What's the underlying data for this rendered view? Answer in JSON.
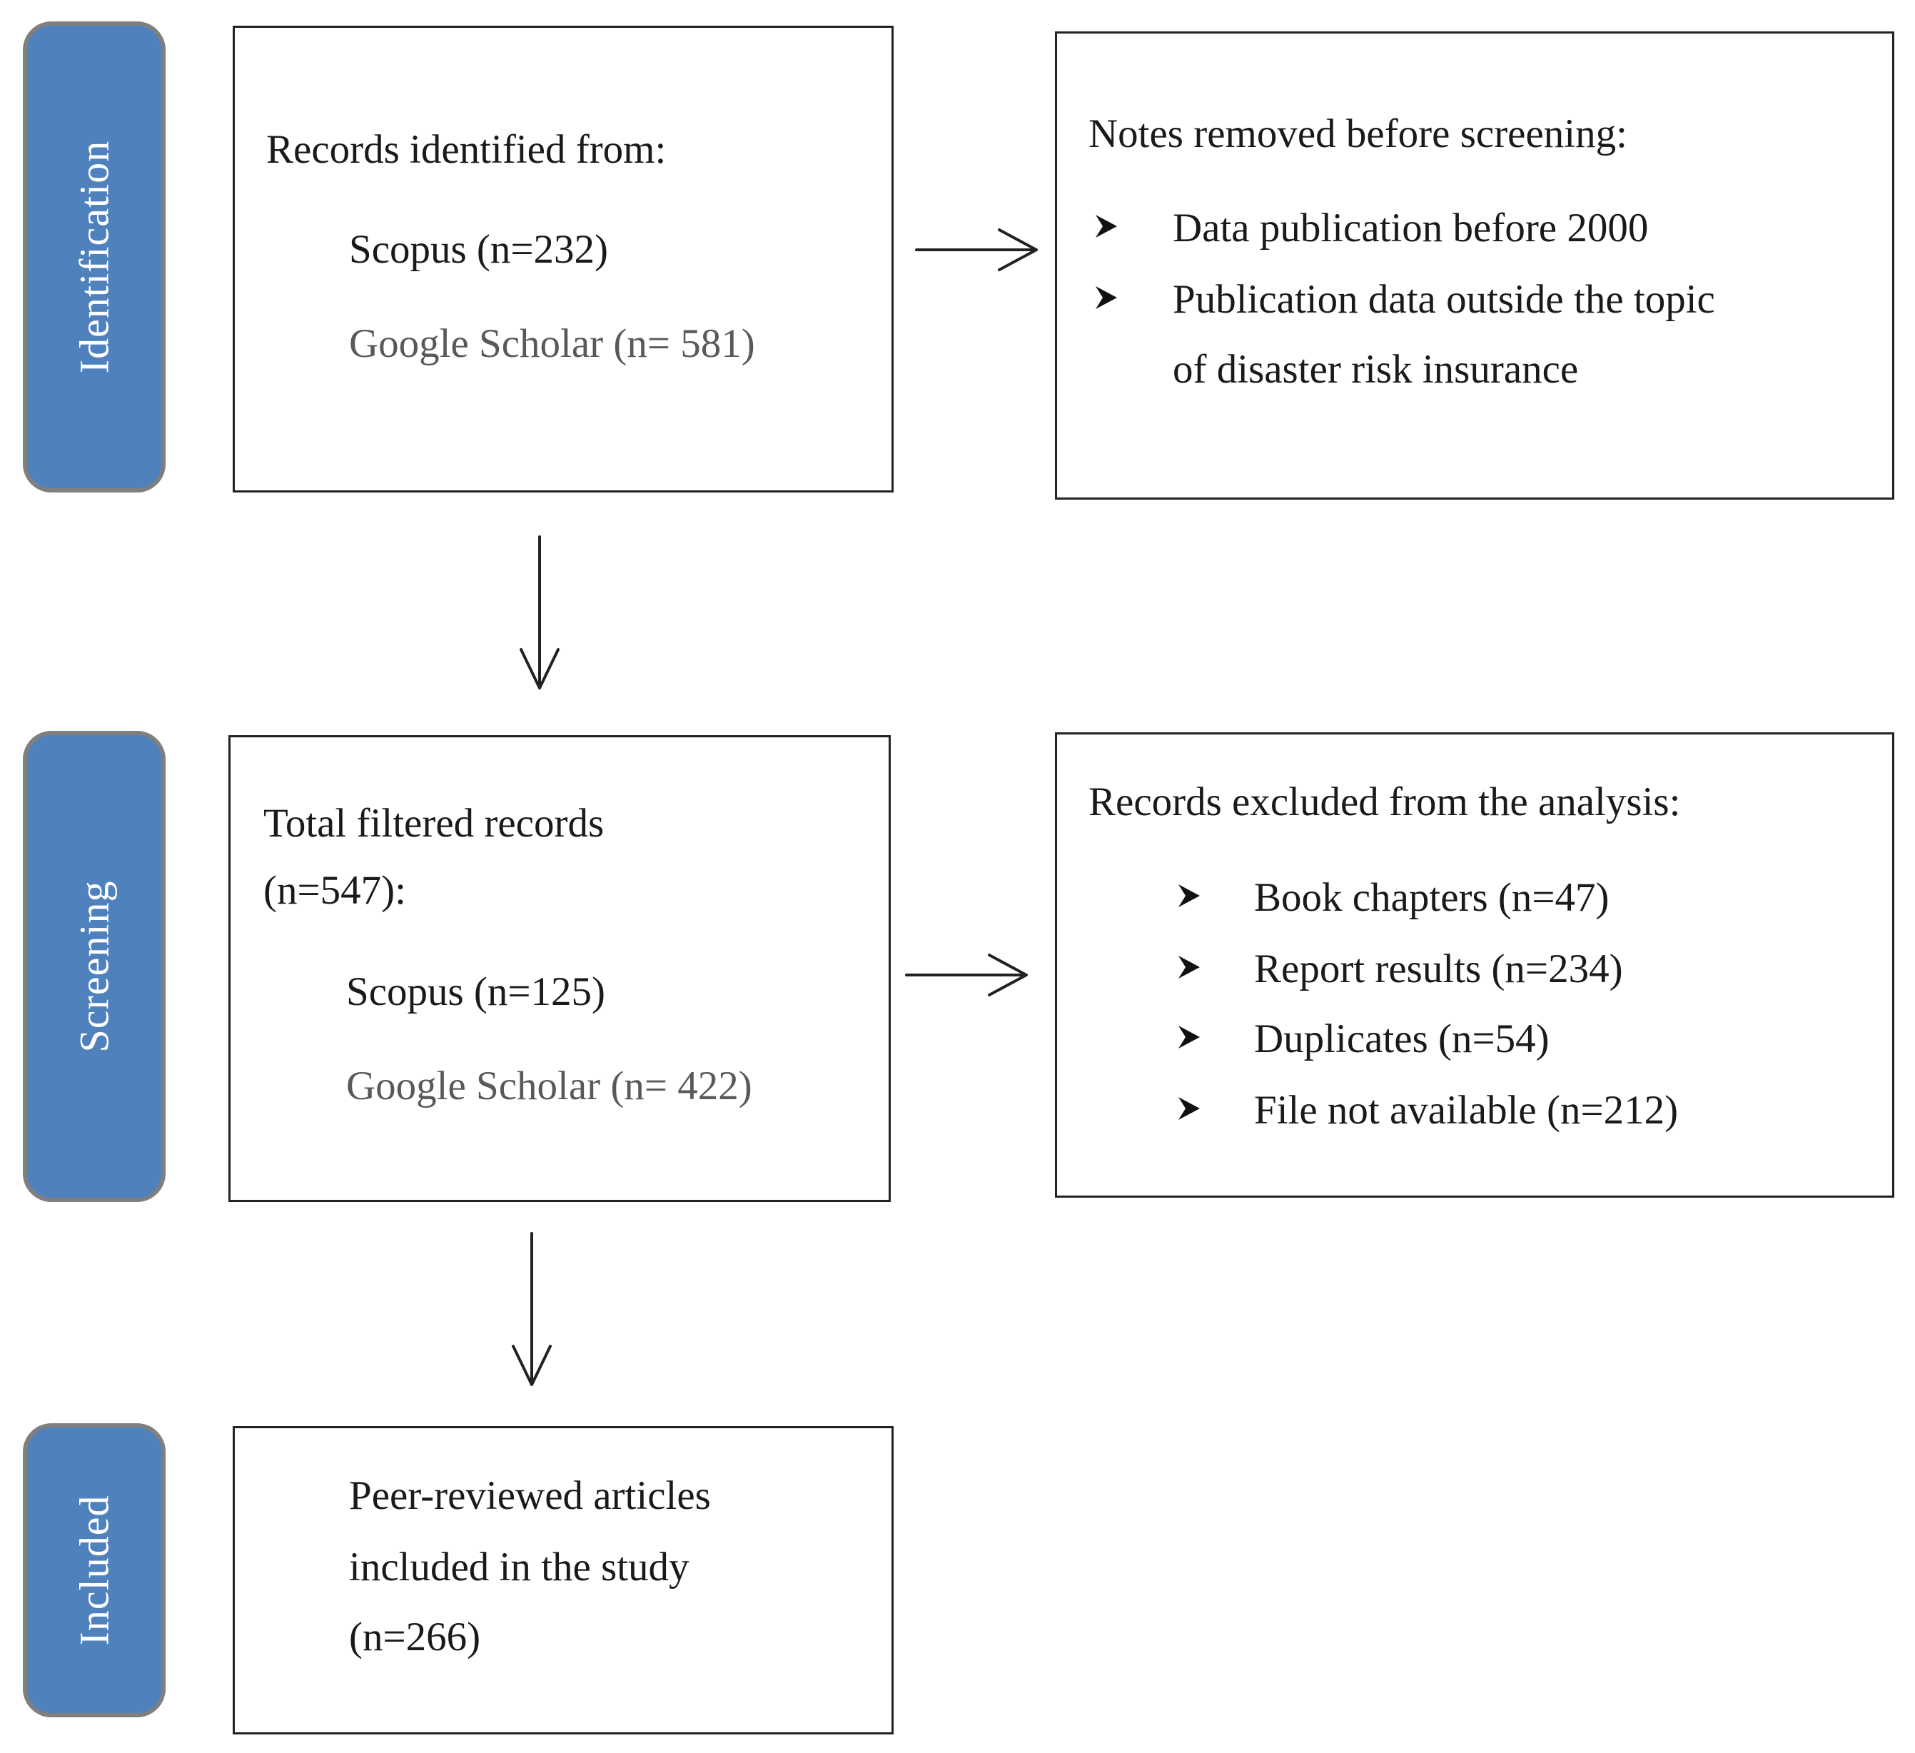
{
  "phases": {
    "identification": "Identification",
    "screening": "Screening",
    "included": "Included"
  },
  "identified": {
    "heading": "Records identified from:",
    "scopus": "Scopus (n=232)",
    "google": "Google Scholar (n= 581)"
  },
  "removed": {
    "heading": "Notes removed before screening:",
    "items": [
      "Data publication before 2000",
      "Publication data outside the topic",
      "of disaster risk insurance"
    ]
  },
  "filtered": {
    "heading_line1": "Total filtered records",
    "heading_line2": "(n=547):",
    "scopus": "Scopus (n=125)",
    "google": "Google Scholar (n= 422)"
  },
  "excluded": {
    "heading": "Records excluded from the analysis:",
    "items": [
      "Book chapters (n=47)",
      "Report results (n=234)",
      "Duplicates (n=54)",
      "File not available (n=212)"
    ]
  },
  "included_box": {
    "line1": "Peer-reviewed articles",
    "line2": "included in the study",
    "line3": "(n=266)"
  },
  "colors": {
    "phase_fill": "#4f81bd",
    "phase_border": "#7f7f7f",
    "box_border": "#222222",
    "gray_text": "#595959"
  }
}
